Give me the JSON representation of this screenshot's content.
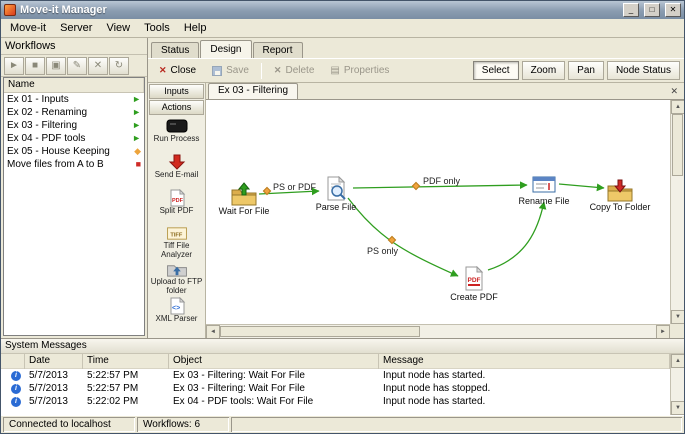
{
  "window": {
    "title": "Move-it Manager"
  },
  "icons": {
    "minimize": "_",
    "maximize": "□",
    "close": "✕",
    "tab_close": "✕",
    "info": "i",
    "scroll_up": "▲",
    "scroll_down": "▼",
    "scroll_left": "◄",
    "scroll_right": "►",
    "toolbar_close_x": "✕",
    "toolbar_delete_x": "✕",
    "toolbar_properties": "▤"
  },
  "menu": {
    "items": [
      "Move-it",
      "Server",
      "View",
      "Tools",
      "Help"
    ]
  },
  "workflows": {
    "header": "Workflows",
    "toolbar": [
      {
        "name": "start",
        "glyph": "►"
      },
      {
        "name": "stop",
        "glyph": "■"
      },
      {
        "name": "new",
        "glyph": "▣"
      },
      {
        "name": "edit",
        "glyph": "✎"
      },
      {
        "name": "delete",
        "glyph": "✕"
      },
      {
        "name": "refresh",
        "glyph": "↻"
      }
    ],
    "column_header": "Name",
    "items": [
      {
        "name": "Ex 01 - Inputs",
        "status": "running",
        "glyph": "►"
      },
      {
        "name": "Ex 02 - Renaming",
        "status": "running",
        "glyph": "►"
      },
      {
        "name": "Ex 03 - Filtering",
        "status": "running",
        "glyph": "►"
      },
      {
        "name": "Ex 04 - PDF tools",
        "status": "running",
        "glyph": "►"
      },
      {
        "name": "Ex 05 - House Keeping",
        "status": "paused",
        "glyph": "◆"
      },
      {
        "name": "Move files from A to B",
        "status": "stopped",
        "glyph": "■"
      }
    ]
  },
  "tabs": {
    "status": "Status",
    "design": "Design",
    "report": "Report",
    "active": "Design"
  },
  "toolbar": {
    "close": "Close",
    "save": "Save",
    "delete": "Delete",
    "properties": "Properties",
    "select": "Select",
    "zoom": "Zoom",
    "pan": "Pan",
    "node_status": "Node Status"
  },
  "actions": {
    "inputs_header": "Inputs",
    "actions_header": "Actions",
    "items": [
      {
        "label": "Run Process"
      },
      {
        "label": "Send E-mail"
      },
      {
        "label": "Split PDF"
      },
      {
        "label": "Tiff File Analyzer"
      },
      {
        "label": "Upload to FTP folder"
      },
      {
        "label": "XML Parser"
      }
    ]
  },
  "canvas": {
    "tab_label": "Ex 03 - Filtering",
    "nodes": [
      {
        "label": "Wait For File"
      },
      {
        "label": "Parse File"
      },
      {
        "label": "Create PDF"
      },
      {
        "label": "Rename File"
      },
      {
        "label": "Copy To Folder"
      }
    ],
    "edge_labels": [
      {
        "text": "PS or PDF"
      },
      {
        "text": "PDF only"
      },
      {
        "text": "PS only"
      }
    ],
    "colors": {
      "edge": "#2f9e1f",
      "diamond": "#f0a33c"
    }
  },
  "messages": {
    "header": "System Messages",
    "columns": [
      "Date",
      "Time",
      "Object",
      "Message"
    ],
    "rows": [
      {
        "date": "5/7/2013",
        "time": "5:22:57 PM",
        "object": "Ex 03 - Filtering: Wait For File",
        "message": "Input node has started."
      },
      {
        "date": "5/7/2013",
        "time": "5:22:57 PM",
        "object": "Ex 03 - Filtering: Wait For File",
        "message": "Input node has stopped."
      },
      {
        "date": "5/7/2013",
        "time": "5:22:02 PM",
        "object": "Ex 04 - PDF tools: Wait For File",
        "message": "Input node has started."
      }
    ]
  },
  "statusbar": {
    "connection": "Connected to localhost",
    "workflows_count": "Workflows: 6"
  }
}
